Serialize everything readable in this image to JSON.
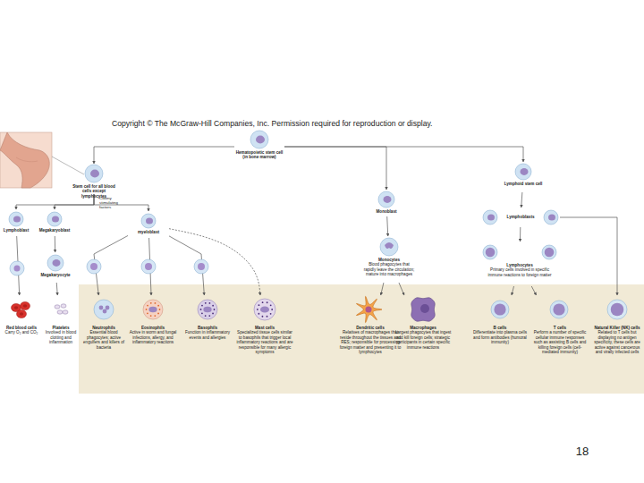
{
  "diagram": {
    "nodes": [
      {
        "text": [
          "Hematopoietic stem cell (in bone marrow)"
        ]
      },
      {
        "text": [
          "Stem cell for all blood cells except lymphocytes"
        ]
      },
      {
        "text": [
          "Monoblast"
        ]
      },
      {
        "text": [
          "Lymphoid stem cell"
        ]
      },
      {
        "text": [
          "Lymphoblast"
        ]
      },
      {
        "text": [
          "Megakaryoblast"
        ]
      },
      {
        "text": [
          "myeloblast"
        ]
      },
      {
        "text": [
          "Lymphoblasts"
        ]
      },
      {
        "text": [
          "Monocytes",
          "Blood phagocytes that rapidly leave the circulation; mature into macrophages"
        ]
      },
      {
        "text": [
          "Megakaryocyte"
        ]
      },
      {
        "text": [
          "Lymphocytes",
          "Primary cells involved in specific immune reactions to foreign matter"
        ]
      },
      {
        "text": [
          "Red blood cells",
          "Carry O₂ and CO₂"
        ]
      },
      {
        "text": [
          "Platelets",
          "Involved in blood clotting and inflammation"
        ]
      },
      {
        "text": [
          "Neutrophils",
          "Essential blood phagocytes; active engulfers and killers of bacteria"
        ]
      },
      {
        "text": [
          "Eosinophils",
          "Active in worm and fungal infections, allergy, and inflammatory reactions"
        ]
      },
      {
        "text": [
          "Basophils",
          "Function in inflammatory events and allergies"
        ]
      },
      {
        "text": [
          "Mast cells",
          "Specialized tissue cells similar to basophils that trigger local inflammatory reactions and are responsible for many allergic symptoms"
        ]
      },
      {
        "text": [
          "Dendritic cells",
          "Relatives of macrophages that reside throughout the tissues and RES; responsible for processing foreign matter and presenting it to lymphocytes"
        ]
      },
      {
        "text": [
          "Macrophages",
          "Largest phagocytes that ingest and kill foreign cells; strategic participants in certain specific immune reactions"
        ]
      },
      {
        "text": [
          "B cells",
          "Differentiate into plasma cells and form antibodies (humoral immunity)"
        ]
      },
      {
        "text": [
          "T cells",
          "Perform a number of specific cellular immune responses such as assisting B cells and killing foreign cells (cell-mediated immunity)"
        ]
      },
      {
        "text": [
          "Natural Killer (NK) cells",
          "Related to T cells but displaying no antigen specificity, these cells are active against cancerous and virally infected cells"
        ]
      }
    ],
    "edges": [
      {
        "from": 0,
        "to": 1,
        "arrow": "to"
      },
      {
        "from": 0,
        "to": 2,
        "arrow": "to"
      },
      {
        "from": 0,
        "to": 3,
        "arrow": "to"
      },
      {
        "from": 1,
        "to": 4,
        "arrow": "to"
      },
      {
        "from": 1,
        "to": 5,
        "arrow": "to"
      },
      {
        "from": 1,
        "to": 6,
        "arrow": "to"
      },
      {
        "from": 4,
        "to": 11,
        "arrow": "to"
      },
      {
        "from": 5,
        "to": 9,
        "arrow": "to"
      },
      {
        "from": 9,
        "to": 12,
        "arrow": "to"
      },
      {
        "from": 6,
        "to": 13,
        "arrow": "to"
      },
      {
        "from": 6,
        "to": 14,
        "arrow": "to"
      },
      {
        "from": 6,
        "to": 15,
        "arrow": "to"
      },
      {
        "from": 6,
        "to": 16,
        "arrow": "to"
      },
      {
        "from": 2,
        "to": 8,
        "arrow": "to"
      },
      {
        "from": 8,
        "to": 17,
        "arrow": "to"
      },
      {
        "from": 8,
        "to": 18,
        "arrow": "to"
      },
      {
        "from": 3,
        "to": 7,
        "arrow": "to"
      },
      {
        "from": 7,
        "to": 10,
        "arrow": "to"
      },
      {
        "from": 10,
        "to": 19,
        "arrow": "to"
      },
      {
        "from": 10,
        "to": 20,
        "arrow": "to"
      },
      {
        "from": 7,
        "to": 21,
        "arrow": "to"
      }
    ],
    "labels": [
      "Copyright © The McGraw-Hill Companies, Inc. Permission required for reproduction or display.",
      "Colony stimulating factors",
      "18"
    ]
  }
}
